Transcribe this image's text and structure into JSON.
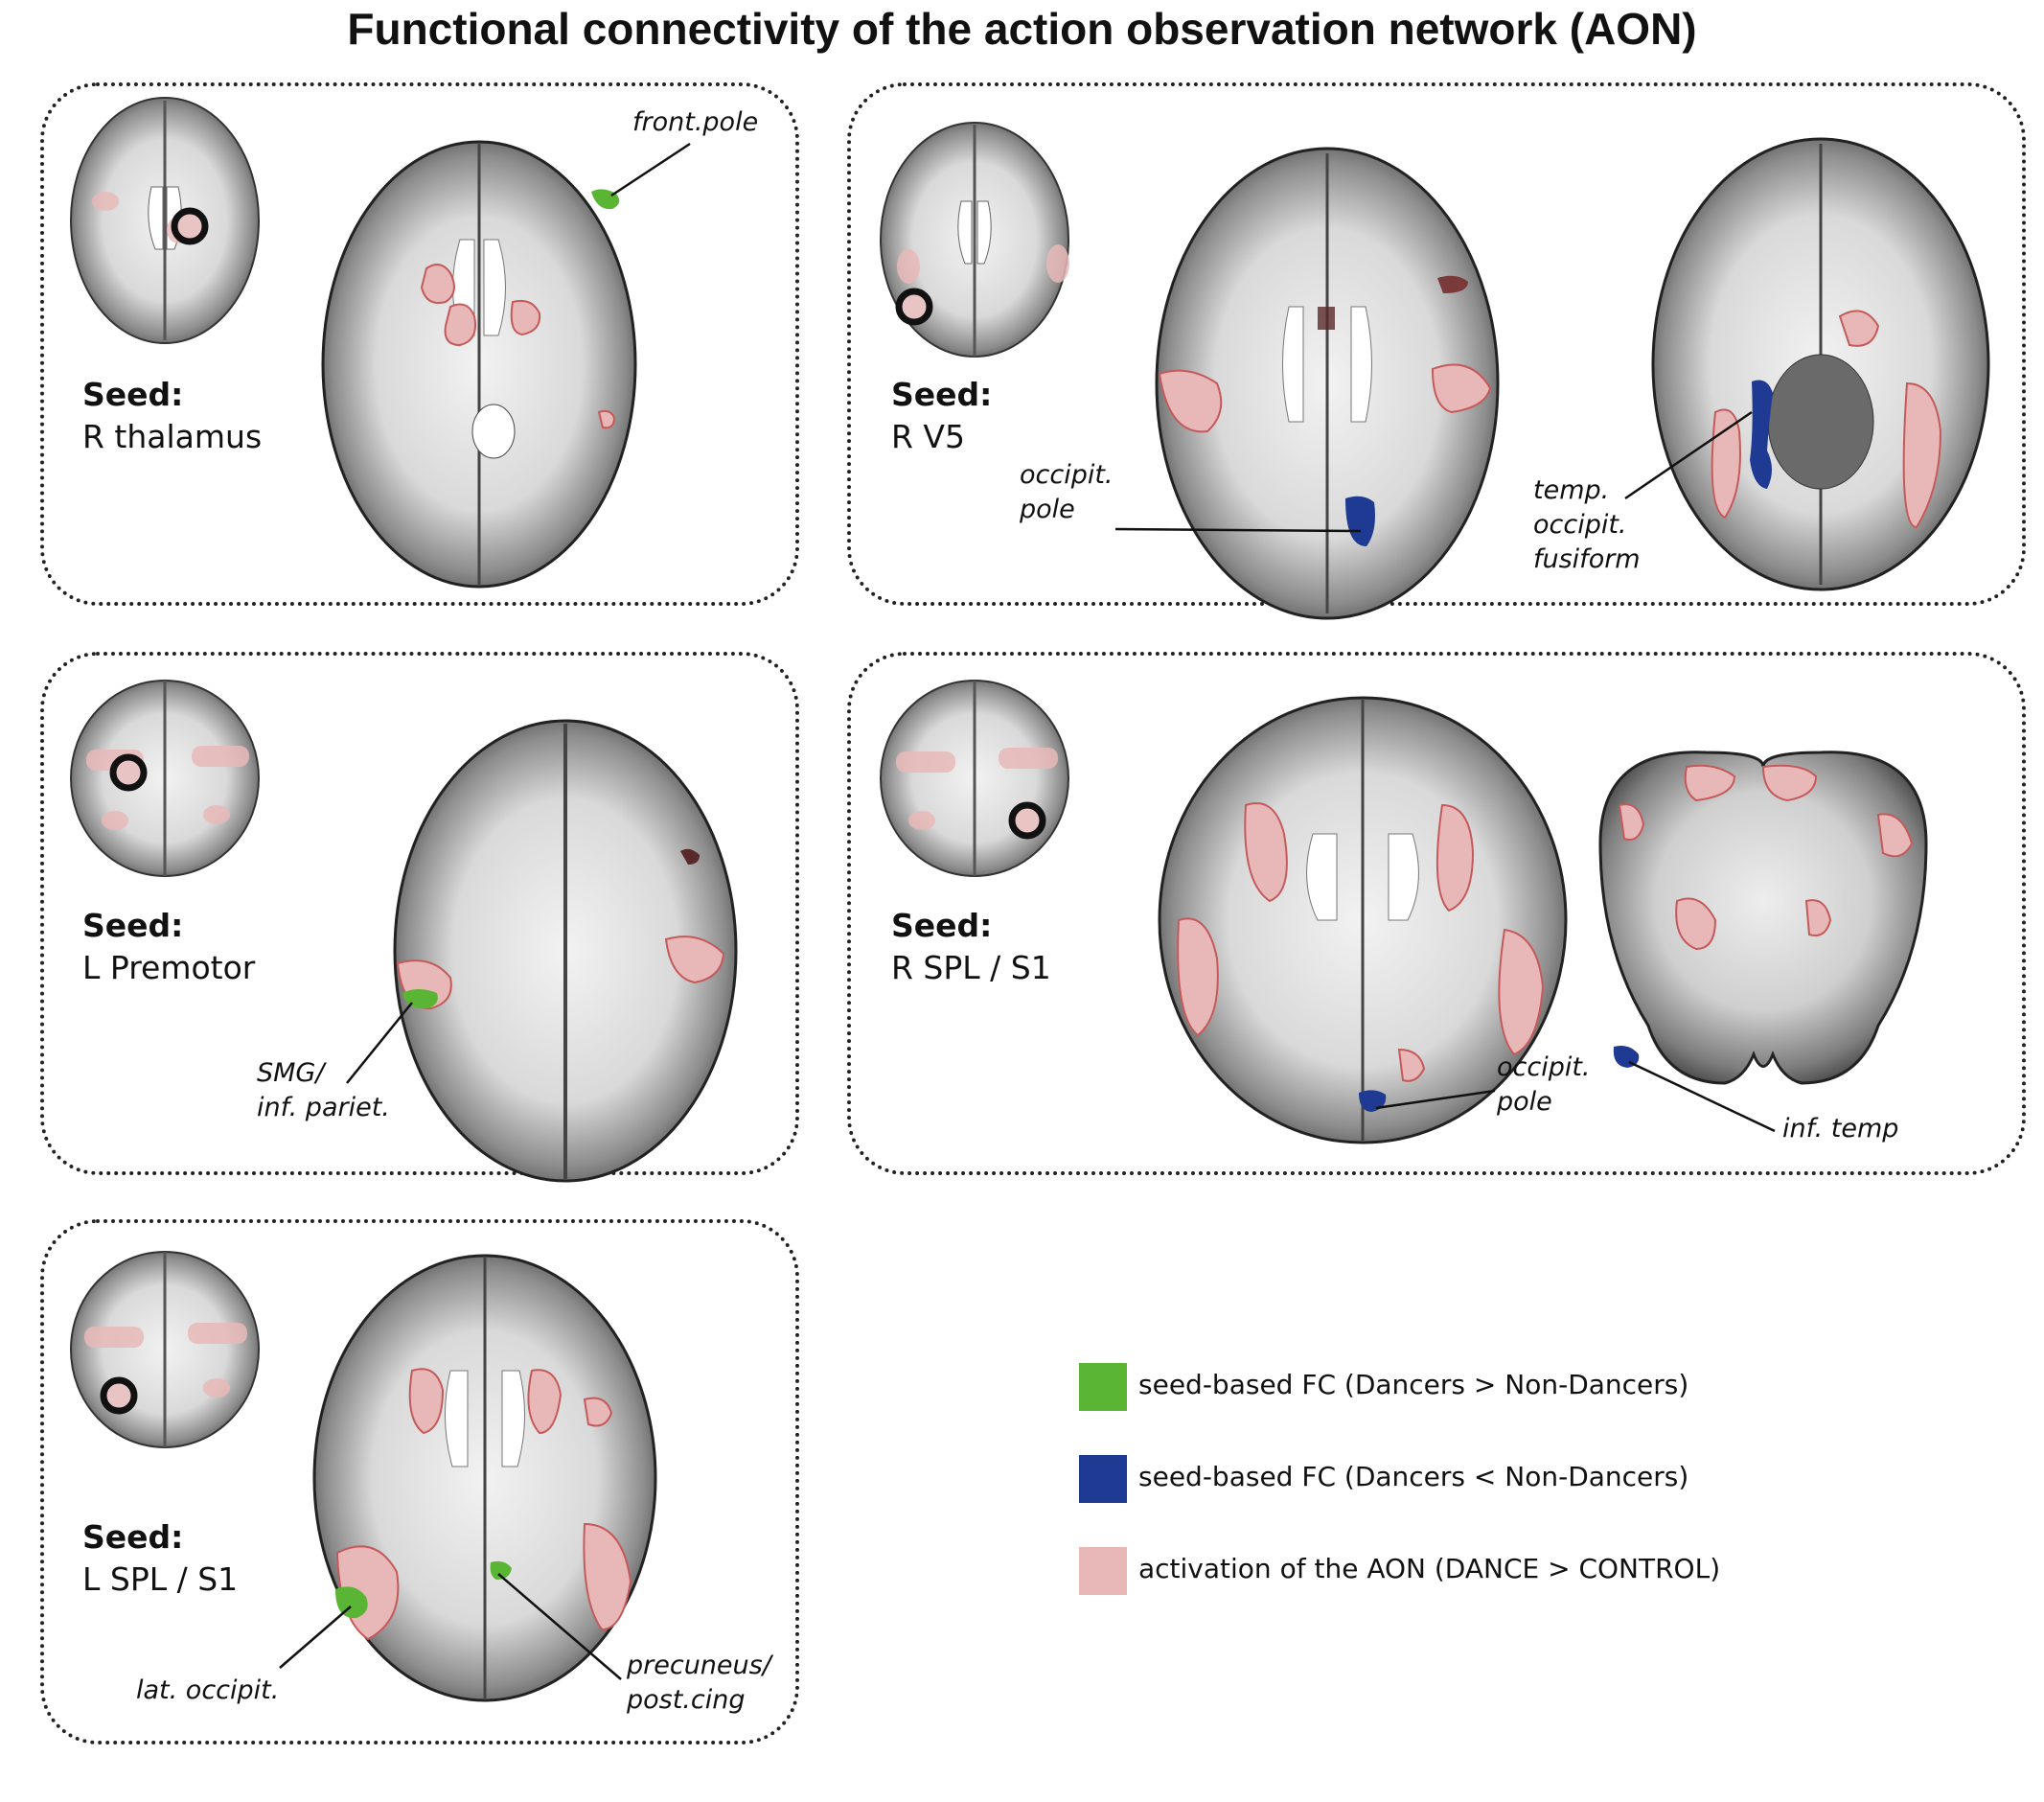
{
  "title": "Functional connectivity of the action observation network (AON)",
  "colors": {
    "green": "#5ab535",
    "blue": "#1f3a93",
    "pink": "#e8b8b8",
    "pink_edge": "#c45a5a",
    "dark_spot": "#5a2a2a"
  },
  "panels": [
    {
      "id": "r-thalamus",
      "seed_label": "Seed:",
      "seed_name": "R thalamus",
      "annotations": [
        "front.pole"
      ]
    },
    {
      "id": "r-v5",
      "seed_label": "Seed:",
      "seed_name": "R V5",
      "annotations": [
        "occipit.\npole",
        "temp.\noccipit.\nfusiform"
      ]
    },
    {
      "id": "l-premotor",
      "seed_label": "Seed:",
      "seed_name": "L Premotor",
      "annotations": [
        "SMG/\ninf. pariet."
      ]
    },
    {
      "id": "r-spl-s1",
      "seed_label": "Seed:",
      "seed_name": "R SPL / S1",
      "annotations": [
        "occipit.\npole",
        "inf. temp"
      ]
    },
    {
      "id": "l-spl-s1",
      "seed_label": "Seed:",
      "seed_name": "L SPL / S1",
      "annotations": [
        "lat. occipit.",
        "precuneus/\npost.cing"
      ]
    }
  ],
  "legend": [
    {
      "label": "seed-based FC (Dancers > Non-Dancers)",
      "color": "#5ab535"
    },
    {
      "label": "seed-based FC (Dancers < Non-Dancers)",
      "color": "#1f3a93"
    },
    {
      "label": "activation of the AON (DANCE > CONTROL)",
      "color": "#e8b8b8"
    }
  ]
}
